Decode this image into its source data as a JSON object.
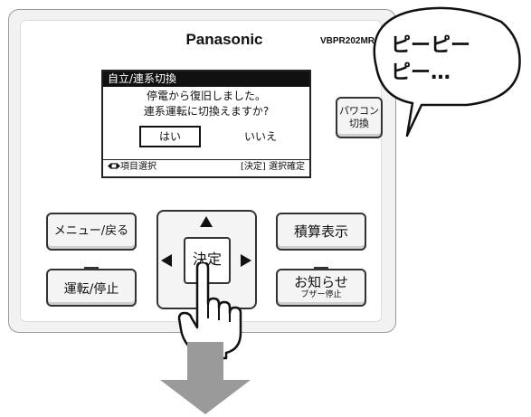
{
  "brand": "Panasonic",
  "model": "VBPR202MR",
  "screen": {
    "title": "自立/連系切換",
    "message_line1": "停電から復旧しました。",
    "message_line2": "連系運転に切換えますか?",
    "option_yes": "はい",
    "option_no": "いいえ",
    "footer_left": "項目選択",
    "footer_right": "[決定] 選択確定"
  },
  "buttons": {
    "pc_switch_line1": "パワコン",
    "pc_switch_line2": "切換",
    "menu_back": "メニュー/戻る",
    "run_stop": "運転/停止",
    "cumulative": "積算表示",
    "info": "お知らせ",
    "info_sub": "ブザー停止",
    "ok": "決定"
  },
  "speech_bubble": {
    "line1": "ピーピー",
    "line2": "ピー…"
  },
  "icons": [
    "left-right-arrow-icon",
    "up-arrow-icon",
    "down-arrow-icon",
    "left-arrow-icon",
    "right-arrow-icon",
    "pointing-hand-icon",
    "large-down-arrow-icon"
  ]
}
